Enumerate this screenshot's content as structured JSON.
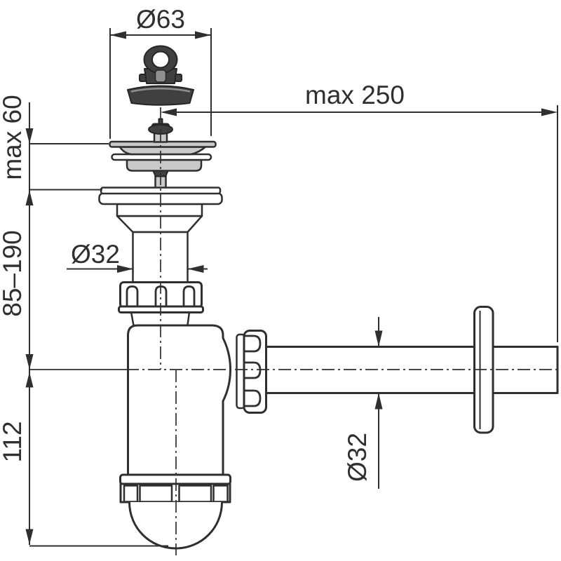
{
  "page": {
    "background": "#ffffff"
  },
  "colors": {
    "line": "#2f2f2f",
    "outline_dark": "#262626",
    "fill_light_gray": "#c9c9c9",
    "fill_dark_gray": "#404040",
    "fill_white": "#ffffff",
    "accent_gray": "#8f8f8f"
  },
  "dimensions": {
    "plug_diameter": "Ø63",
    "outlet_max_length": "max 250",
    "strainer_max_height": "max 60",
    "adjustable_height_range": "85–190",
    "trap_body_depth": "112",
    "tailpipe_diameter": "Ø32",
    "outlet_pipe_diameter": "Ø32"
  }
}
